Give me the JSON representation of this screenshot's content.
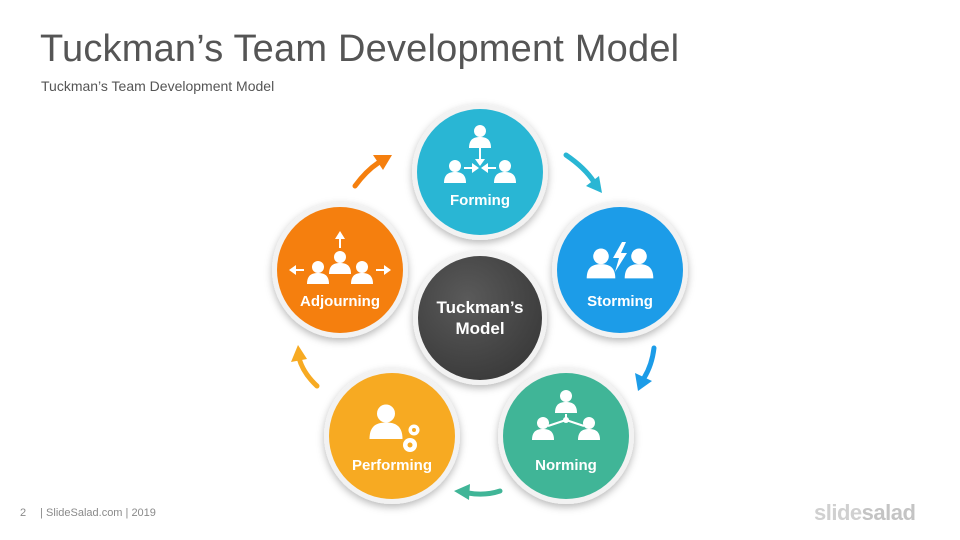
{
  "slide": {
    "title": "Tuckman’s Team Development Model",
    "subtitle": "Tuckman’s Team Development Model",
    "page_number": "2",
    "footer_text": "| SlideSalad.com | 2019",
    "brand_part1": "slide",
    "brand_part2": "salad"
  },
  "diagram": {
    "center": {
      "line1": "Tuckman’s",
      "line2": "Model",
      "color": "#454545"
    },
    "stages": [
      {
        "label": "Forming",
        "color": "#29b6d4",
        "icon": "group-converge-icon"
      },
      {
        "label": "Storming",
        "color": "#1c9ce8",
        "icon": "conflict-bolt-icon"
      },
      {
        "label": "Norming",
        "color": "#40b597",
        "icon": "hierarchy-icon"
      },
      {
        "label": "Performing",
        "color": "#f7aa22",
        "icon": "person-gears-icon"
      },
      {
        "label": "Adjourning",
        "color": "#f57f0e",
        "icon": "group-disperse-icon"
      }
    ],
    "arrow_colors": [
      "#29b6d4",
      "#1c9ce8",
      "#40b597",
      "#f7aa22",
      "#f57f0e"
    ]
  }
}
